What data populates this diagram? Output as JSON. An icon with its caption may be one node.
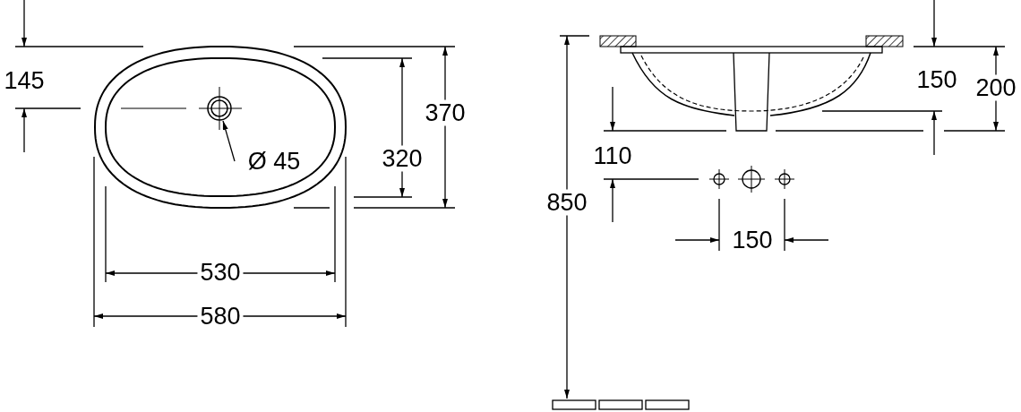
{
  "diagram": {
    "labels": [
      "145",
      "370",
      "320",
      "Ø 45",
      "530",
      "580",
      "150",
      "200",
      "110",
      "850",
      "150"
    ]
  }
}
